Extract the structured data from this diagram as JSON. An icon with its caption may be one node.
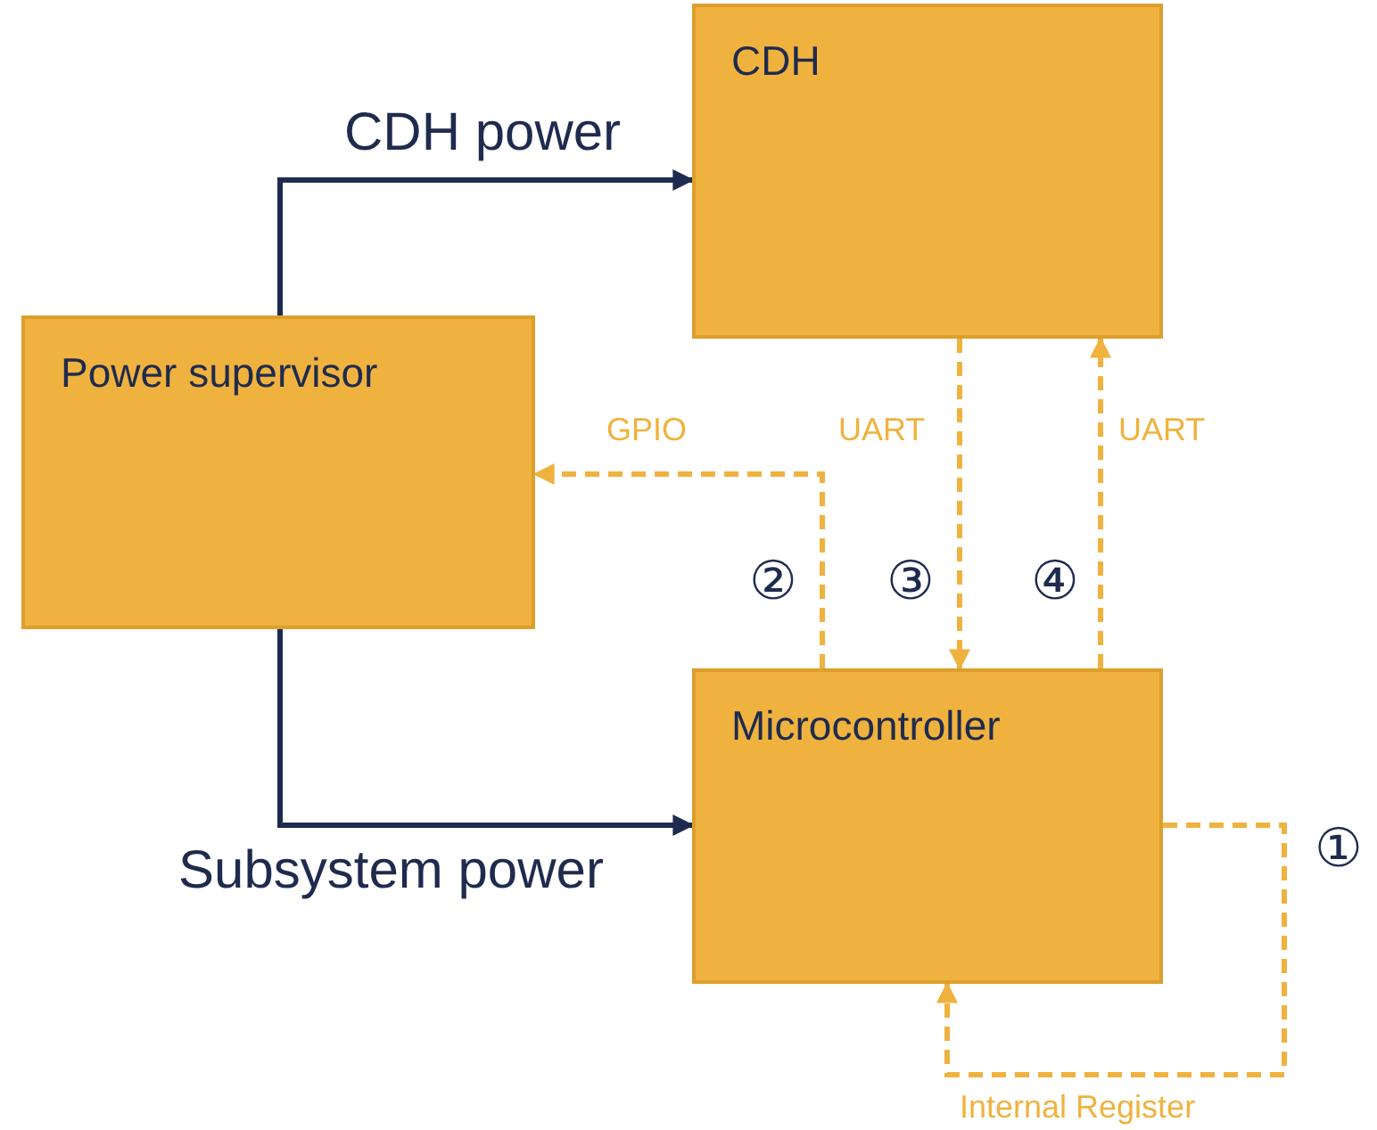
{
  "diagram": {
    "nodes": [
      {
        "text": [
          "CDH"
        ]
      },
      {
        "text": [
          "Power supervisor"
        ]
      },
      {
        "text": [
          "Microcontroller"
        ]
      }
    ],
    "edges": [
      {
        "from": 1,
        "to": 0,
        "arrow": "to",
        "label": "CDH power",
        "color": "#1f2b4e"
      },
      {
        "from": 1,
        "to": 2,
        "arrow": "to",
        "label": "Subsystem power",
        "color": "#1f2b4e"
      },
      {
        "from": 2,
        "to": 1,
        "arrow": "to",
        "label": "GPIO",
        "style": "dashed"
      },
      {
        "from": 0,
        "to": 2,
        "arrow": "to",
        "label": "UART",
        "style": "dashed"
      },
      {
        "from": 2,
        "to": 0,
        "arrow": "to",
        "label": "UART",
        "style": "dashed"
      },
      {
        "from": 2,
        "to": 2,
        "arrow": "to",
        "label": "Internal Register",
        "style": "dashed"
      }
    ],
    "labels": [
      "②",
      "③",
      "④",
      "①"
    ]
  }
}
